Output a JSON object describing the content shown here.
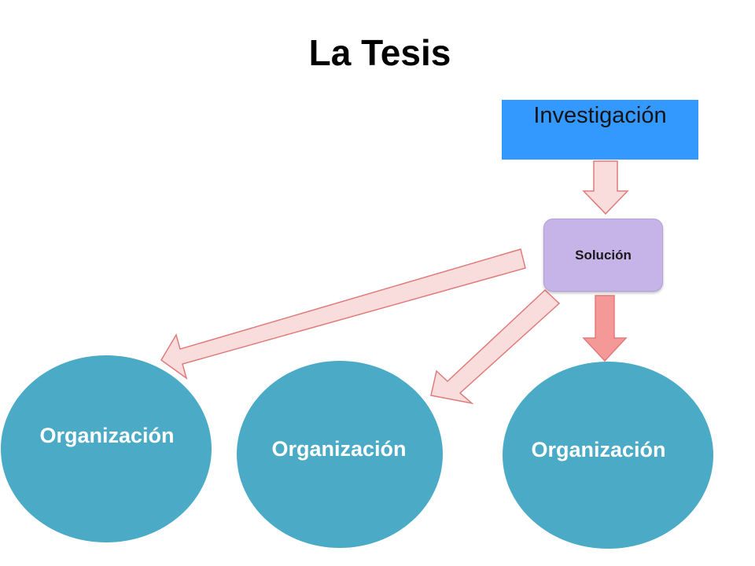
{
  "title": "La Tesis",
  "nodes": {
    "investigacion": "Investigación",
    "solucion": "Solución",
    "organizaciones": [
      "Organización",
      "Organización",
      "Organización"
    ]
  },
  "colors": {
    "investigacion_fill": "#3399ff",
    "solucion_fill": "#c6b3e8",
    "organizacion_fill": "#4babc6",
    "arrow_light_fill": "#f9dcdc",
    "arrow_light_stroke": "#e07b7b",
    "arrow_strong_fill": "#f49898"
  }
}
